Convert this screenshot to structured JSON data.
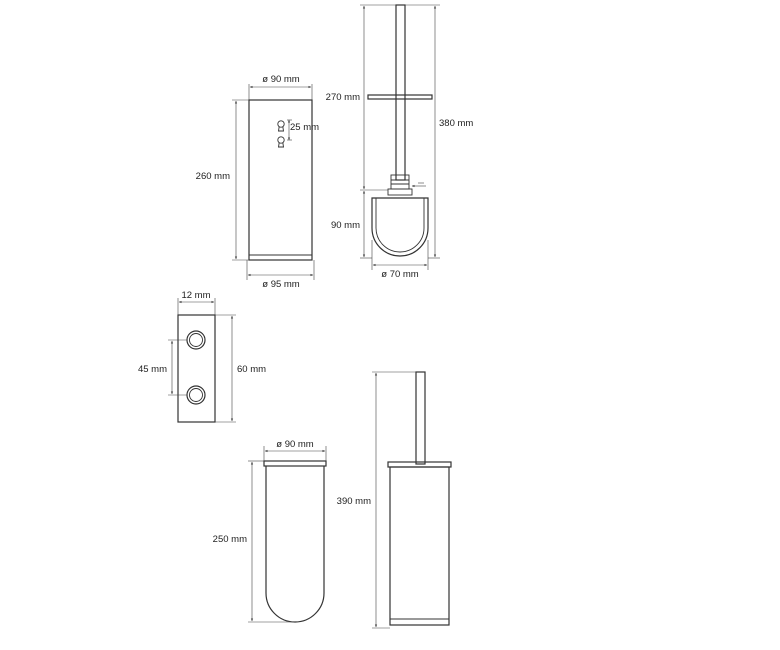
{
  "labels": {
    "holder_top_diameter": "ø 90 mm",
    "keyhole_spacing": "25 mm",
    "holder_height": "260 mm",
    "holder_bottom_diameter": "ø 95 mm",
    "brush_upper_length": "270 mm",
    "brush_total_length": "380 mm",
    "brush_head_length": "90 mm",
    "brush_head_diameter": "ø 70 mm",
    "bracket_depth": "12 mm",
    "bracket_hole_spacing": "45 mm",
    "bracket_height": "60 mm",
    "cup_diameter": "ø 90 mm",
    "cup_height": "250 mm",
    "assembly_height": "390 mm"
  }
}
